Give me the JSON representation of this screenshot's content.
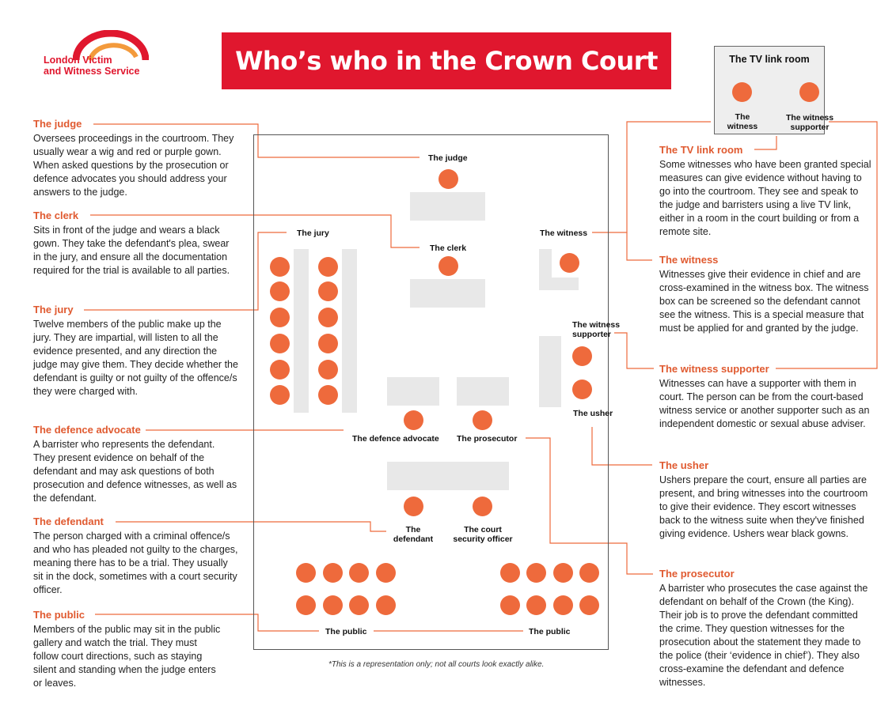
{
  "logo": {
    "line1": "London Victim",
    "line2": "and Witness Service"
  },
  "title": "Who’s who in the Crown Court",
  "tv_room": {
    "title": "The TV link room",
    "witness": [
      "The",
      "witness"
    ],
    "supporter": [
      "The witness",
      "supporter"
    ]
  },
  "descriptions": {
    "judge": {
      "heading": "The judge",
      "text": "Oversees proceedings in the courtroom. They usually wear a wig and red or purple gown. When asked questions by the prosecution or defence advocates you should address your answers to the judge."
    },
    "clerk": {
      "heading": "The clerk",
      "text": "Sits in front of the judge and wears a black gown. They take the defendant's plea, swear in the jury, and ensure all the documentation required for the trial is available to all parties."
    },
    "jury": {
      "heading": "The jury",
      "text": "Twelve members of the public make up the jury. They are impartial, will listen to all the evidence presented, and any direction the judge may give them. They decide whether the defendant is guilty or not guilty of the offence/s they were charged with."
    },
    "defence": {
      "heading": "The defence advocate",
      "text": "A barrister who represents the defendant. They present evidence on behalf of the defendant and may ask questions of both prosecution and defence witnesses, as well as the defendant."
    },
    "defendant": {
      "heading": "The defendant",
      "text": "The person charged with a criminal offence/s and who has pleaded not guilty to the charges, meaning there has to be a trial. They usually sit in the dock, sometimes with a court security officer."
    },
    "public": {
      "heading": "The public",
      "text": "Members of the public may sit in the public gallery and watch the trial. They must follow court directions, such as staying silent and standing when the judge enters or leaves."
    },
    "tvlink": {
      "heading": "The TV link room",
      "text": "Some witnesses who have been granted special measures can give evidence without having to go into the courtroom. They see and speak to the judge and barristers using a live TV link, either in a room in the court building or from a remote site."
    },
    "witness": {
      "heading": "The witness",
      "text": "Witnesses give their evidence in chief and are cross-examined in the witness box. The witness box can be screened so the defendant cannot see the witness. This is a special measure that must be applied for and granted by the judge."
    },
    "supporter": {
      "heading": "The witness supporter",
      "text": "Witnesses can have a supporter with them in court. The person can be from the court-based witness service or another supporter such as an independent domestic or sexual abuse adviser."
    },
    "usher": {
      "heading": "The usher",
      "text": "Ushers prepare the court, ensure all parties are present, and bring witnesses into the courtroom to give their evidence. They escort witnesses back to the witness suite when they've finished giving evidence. Ushers wear black gowns."
    },
    "prosecutor": {
      "heading": "The prosecutor",
      "text": "A barrister who prosecutes the case against the defendant on behalf of the Crown (the King). Their job is to prove the defendant committed the crime. They question witnesses for the prosecution about the statement they made to the police (their ‘evidence in chief’). They also cross-examine the defendant and defence witnesses."
    }
  },
  "courtroom_labels": {
    "judge": "The judge",
    "clerk": "The clerk",
    "jury": "The jury",
    "witness": "The witness",
    "supporter": [
      "The witness",
      "supporter"
    ],
    "usher": "The usher",
    "defence": "The defence advocate",
    "prosecutor": "The prosecutor",
    "defendant": [
      "The",
      "defendant"
    ],
    "security": [
      "The court",
      "security officer"
    ],
    "public_left": "The public",
    "public_right": "The public"
  },
  "footnote": "*This is a representation only; not all courts look exactly alike.",
  "colors": {
    "accent": "#ee6a3c",
    "banner": "#e0172e",
    "heading": "#e05a30",
    "furniture": "#e8e8e8"
  }
}
